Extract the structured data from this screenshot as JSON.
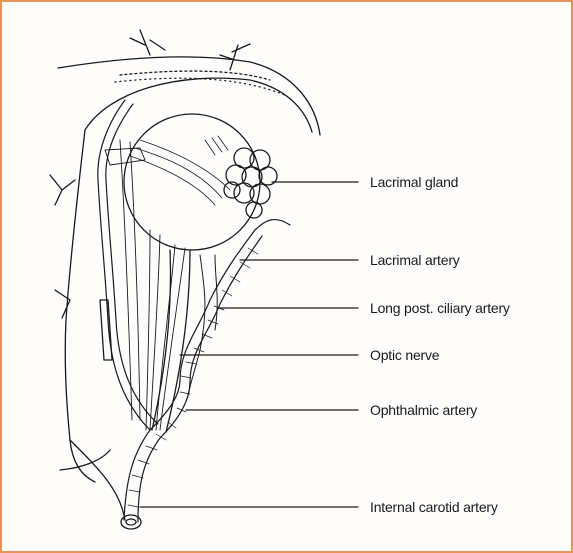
{
  "frame_color": "#e8935a",
  "ink_color": "#1a1a1a",
  "labels": {
    "lacrimal_gland": "Lacrimal gland",
    "lacrimal_artery": "Lacrimal artery",
    "long_post_ciliary_artery": "Long post. ciliary artery",
    "optic_nerve": "Optic nerve",
    "ophthalmic_artery": "Ophthalmic artery",
    "internal_carotid_artery": "Internal carotid artery"
  }
}
